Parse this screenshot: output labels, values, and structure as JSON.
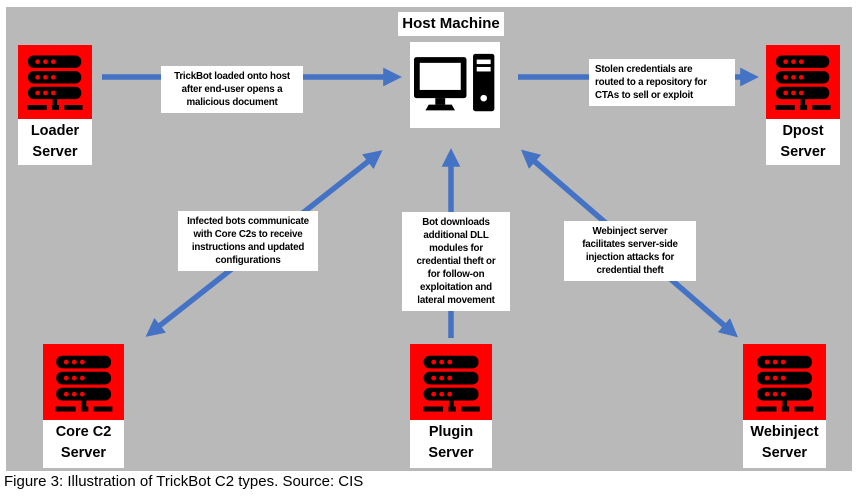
{
  "caption": "Figure 3: Illustration of TrickBot C2 types. Source: CIS",
  "nodes": {
    "host": {
      "title": "Host Machine"
    },
    "loader": {
      "label": "Loader\nServer"
    },
    "dpost": {
      "label": "Dpost\nServer"
    },
    "core": {
      "label": "Core C2\nServer"
    },
    "plugin": {
      "label": "Plugin\nServer"
    },
    "webinject": {
      "label": "Webinject\nServer"
    }
  },
  "annotations": {
    "loader_to_host": "TrickBot loaded onto host\nafter end-user opens a\nmalicious document",
    "host_to_dpost": "Stolen credentials are\nrouted to a repository for\nCTAs to sell or exploit",
    "core_to_host": "Infected bots communicate\nwith Core C2s to receive\ninstructions and updated\nconfigurations",
    "plugin_to_host": "Bot downloads\nadditional DLL\nmodules for\ncredential theft or\nfor follow-on\nexploitation and\nlateral movement",
    "webinject_to_host": "Webinject server\nfacilitates server-side\ninjection attacks for\ncredential theft"
  },
  "colors": {
    "background_gray": "#B9B9B9",
    "server_red": "#FF0000",
    "arrow_blue": "#4472C4",
    "node_white": "#FFFFFF",
    "icon_black": "#000000"
  },
  "icons": {
    "host": "desktop-computer-icon",
    "server": "server-rack-icon"
  }
}
